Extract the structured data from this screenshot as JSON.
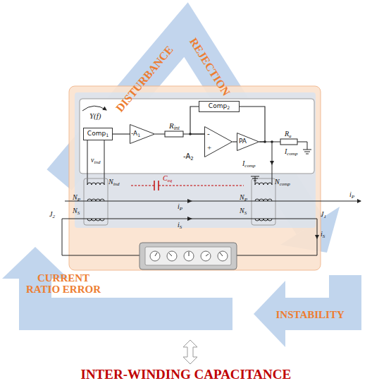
{
  "diagram": {
    "nodes": [
      {
        "text": [
          "Comp2"
        ]
      },
      {
        "text": [
          "Comp1"
        ]
      },
      {
        "text": [
          "-A1"
        ]
      },
      {
        "text": [
          "-A2"
        ]
      },
      {
        "text": [
          "PA"
        ]
      }
    ],
    "edges": [
      {
        "from": 1,
        "to": 2,
        "arrow": "none"
      },
      {
        "from": 2,
        "to": 3,
        "arrow": "none",
        "label": "Rint"
      },
      {
        "from": 3,
        "to": 4,
        "arrow": "none"
      },
      {
        "from": 4,
        "to": 0,
        "arrow": "none"
      },
      {
        "from": 0,
        "to": 3,
        "arrow": "none"
      }
    ],
    "labels": [
      "DISTURBANCE",
      "REJECTION",
      "Y(f)",
      "Icomp",
      "Ra",
      "Icomp",
      "vind",
      "-",
      "+",
      "Ceq",
      "Nind",
      "Ncomp",
      "iP",
      "J2",
      "NP",
      "NP",
      "J1",
      "iP",
      "iS",
      "NS",
      "NS",
      "iS",
      "CURRENT RATIO ERROR",
      "INSTABILITY",
      "INTER-WINDING CAPACITANCE"
    ]
  }
}
